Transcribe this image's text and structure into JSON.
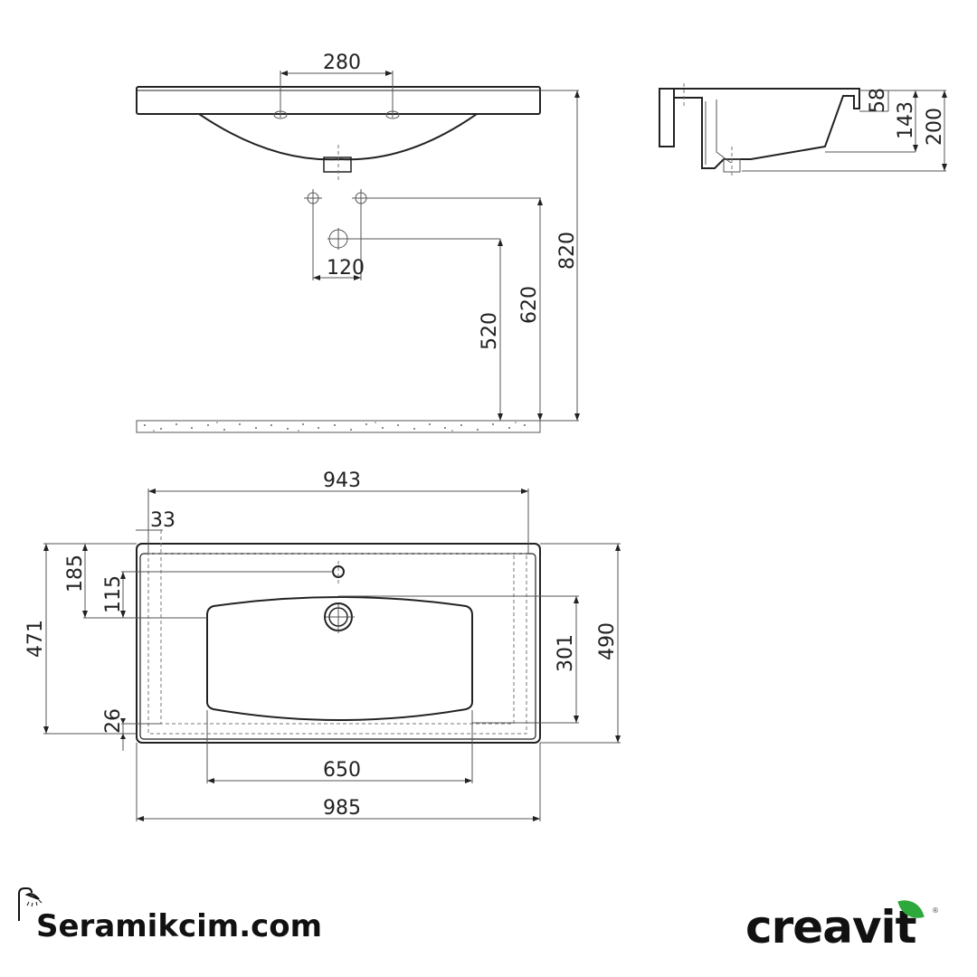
{
  "drawing": {
    "front_view": {
      "tap_hole_spacing": "280",
      "hole_offset": "120",
      "drain_height": "520",
      "tap_height": "620",
      "top_height": "820"
    },
    "side_view": {
      "overflow_depth": "58",
      "bowl_depth": "143",
      "total_depth": "200"
    },
    "top_view": {
      "inner_width": "943",
      "side_margin": "33",
      "tap_to_edge": "185",
      "tap_to_bowl": "115",
      "total_depth_left": "471",
      "bottom_margin": "26",
      "bowl_depth": "301",
      "total_depth_right": "490",
      "bowl_width": "650",
      "overall_width": "985"
    }
  },
  "branding": {
    "left_logo": "Seramikcim.com",
    "right_logo": "creavit",
    "registered_mark": "®",
    "leaf_color": "#2ea83a"
  }
}
